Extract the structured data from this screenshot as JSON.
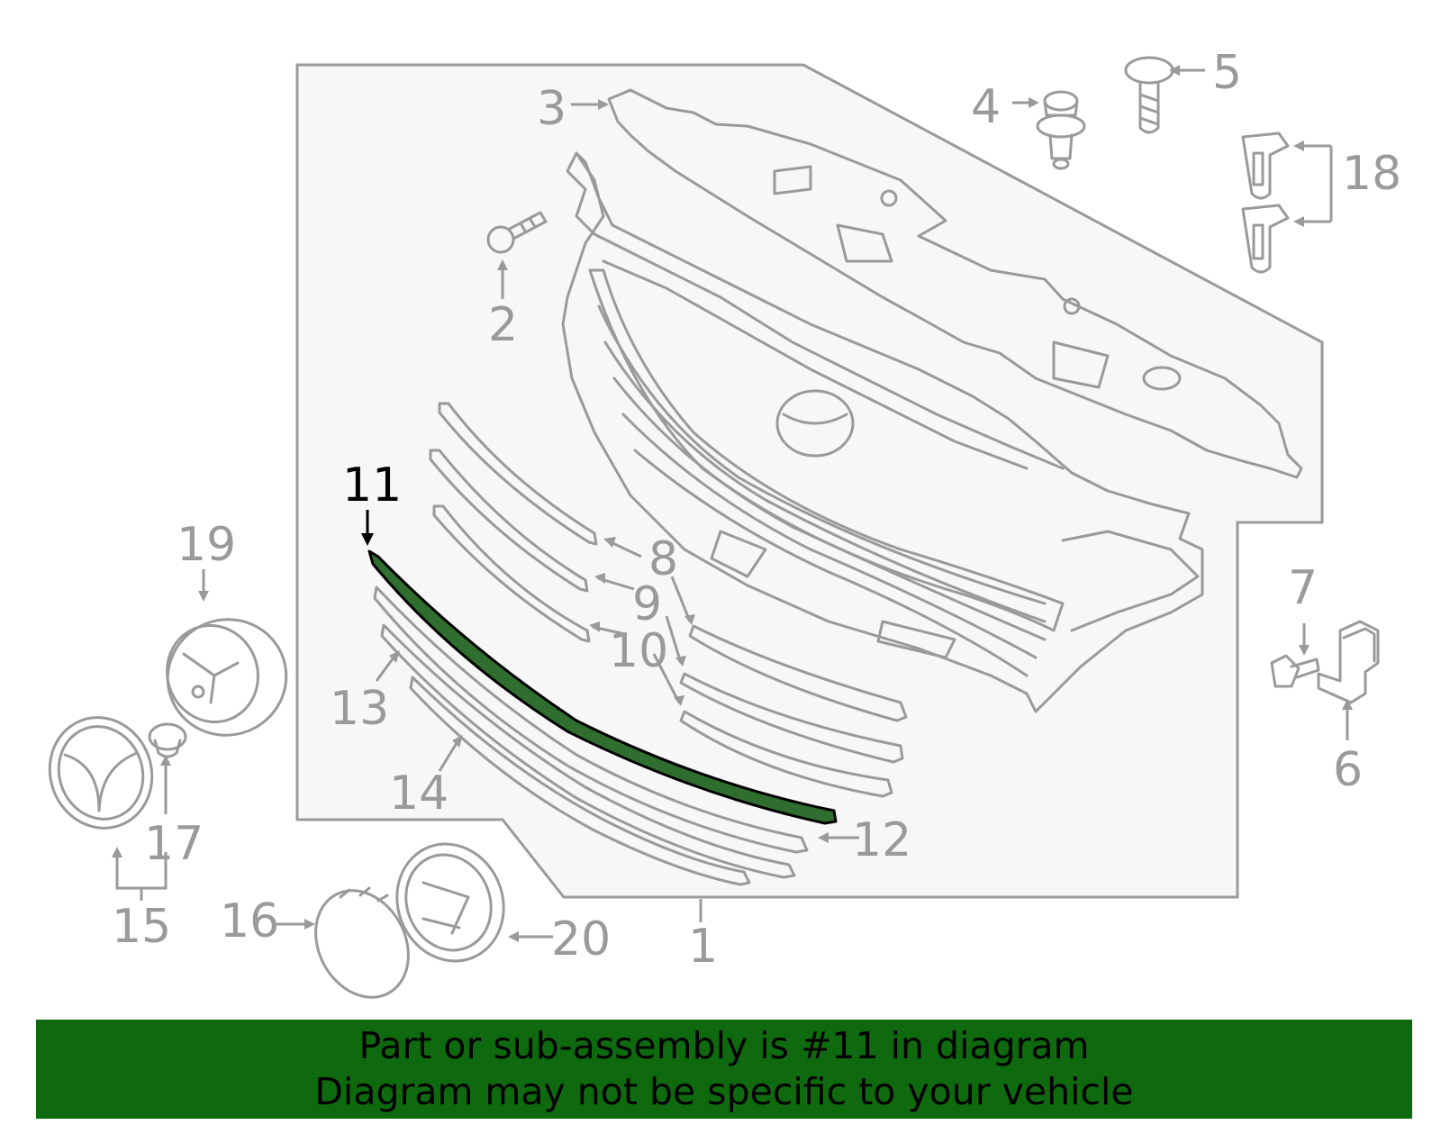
{
  "highlight_color": "#0f6a0f",
  "part_stroke_color": "#9a9a9a",
  "panel_fill_color": "#f7f7f7",
  "callouts": [
    {
      "key": "c1",
      "text": "1"
    },
    {
      "key": "c2",
      "text": "2"
    },
    {
      "key": "c3",
      "text": "3"
    },
    {
      "key": "c4",
      "text": "4"
    },
    {
      "key": "c5",
      "text": "5"
    },
    {
      "key": "c6",
      "text": "6"
    },
    {
      "key": "c7",
      "text": "7"
    },
    {
      "key": "c8",
      "text": "8"
    },
    {
      "key": "c9",
      "text": "9"
    },
    {
      "key": "c10",
      "text": "10"
    },
    {
      "key": "c11",
      "text": "11",
      "highlighted": true
    },
    {
      "key": "c12",
      "text": "12"
    },
    {
      "key": "c13",
      "text": "13"
    },
    {
      "key": "c14",
      "text": "14"
    },
    {
      "key": "c15",
      "text": "15"
    },
    {
      "key": "c16",
      "text": "16"
    },
    {
      "key": "c17",
      "text": "17"
    },
    {
      "key": "c18",
      "text": "18"
    },
    {
      "key": "c19",
      "text": "19"
    },
    {
      "key": "c20",
      "text": "20"
    }
  ],
  "footer": {
    "line1": "Part or sub-assembly is #11 in diagram",
    "line2": "Diagram may not be specific to your vehicle"
  }
}
